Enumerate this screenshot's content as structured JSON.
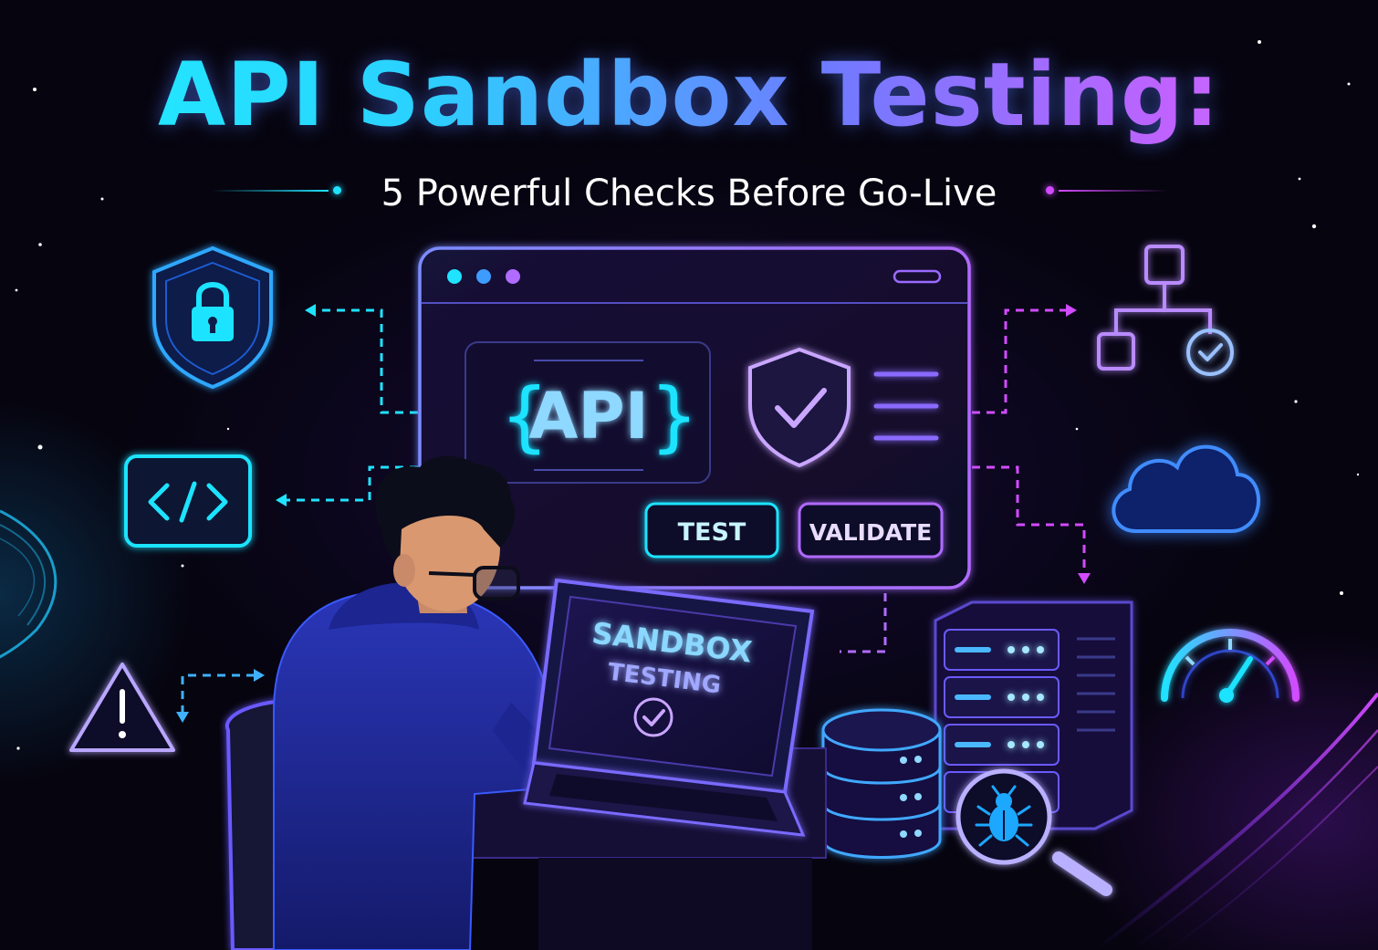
{
  "title": "API Sandbox Testing:",
  "subtitle": "5 Powerful Checks Before Go-Live",
  "window": {
    "api_label": "API",
    "test_button": "TEST",
    "validate_button": "VALIDATE"
  },
  "laptop": {
    "line1": "SANDBOX",
    "line2": "TESTING"
  },
  "icons": {
    "left": [
      "shield-lock-icon",
      "code-icon",
      "warning-icon"
    ],
    "right": [
      "flow-chart-icon",
      "cloud-icon",
      "speedometer-icon"
    ],
    "bottom": [
      "database-icon",
      "server-rack-icon",
      "bug-search-icon"
    ]
  },
  "colors": {
    "cyan": "#1fe3ff",
    "blue": "#3f6bff",
    "purple": "#a84dff",
    "magenta": "#d24bff",
    "background": "#06040f"
  }
}
